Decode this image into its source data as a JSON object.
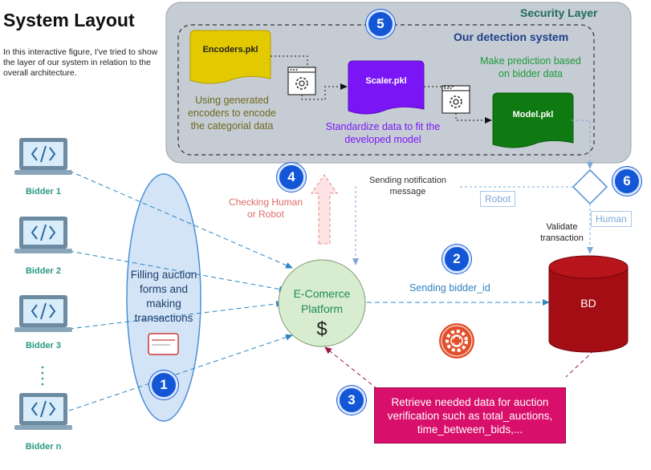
{
  "title": "System Layout",
  "intro": "In this interactive figure, I've tried to show the layer of our system in relation to the overall architecture.",
  "security_layer": {
    "title": "Security Layer",
    "detection_title": "Our detection system",
    "encoders": "Encoders.pkl",
    "scaler": "Scaler.pkl",
    "model": "Model.pkl",
    "encoders_caption": "Using generated encoders to encode the categorial data",
    "scaler_caption": "Standardize data to fit the developed model",
    "model_caption": "Make prediction based on bidder data"
  },
  "bidders": [
    "Bidder 1",
    "Bidder 2",
    "Bidder 3",
    "Bidder n"
  ],
  "ellipse_text": "Filling auction forms and making transactions",
  "platform": {
    "name": "E-Comerce Platform",
    "symbol": "$"
  },
  "database": "BD",
  "steps": {
    "step1": "1",
    "step2": "2",
    "step3": "3",
    "step4": "4",
    "step5": "5",
    "step6": "6"
  },
  "labels": {
    "checking": "Checking Human or Robot",
    "notification": "Sending notification message",
    "sending_id": "Sending bidder_id",
    "validate": "Validate transaction",
    "robot": "Robot",
    "human": "Human"
  },
  "retrieve_text": "Retrieve needed data for auction verification such as total_auctions, time_between_bids,...",
  "colors": {
    "security_bg": "#c6ccd4",
    "encoders": "#e3c900",
    "scaler": "#7a16f5",
    "model": "#0f7a12",
    "database": "#a40d14",
    "platform": "#d8edd0",
    "ellipse": "#d4e4f7",
    "step": "#1457d6",
    "retrieve": "#d80f6b",
    "edge": "#2e86c1"
  }
}
